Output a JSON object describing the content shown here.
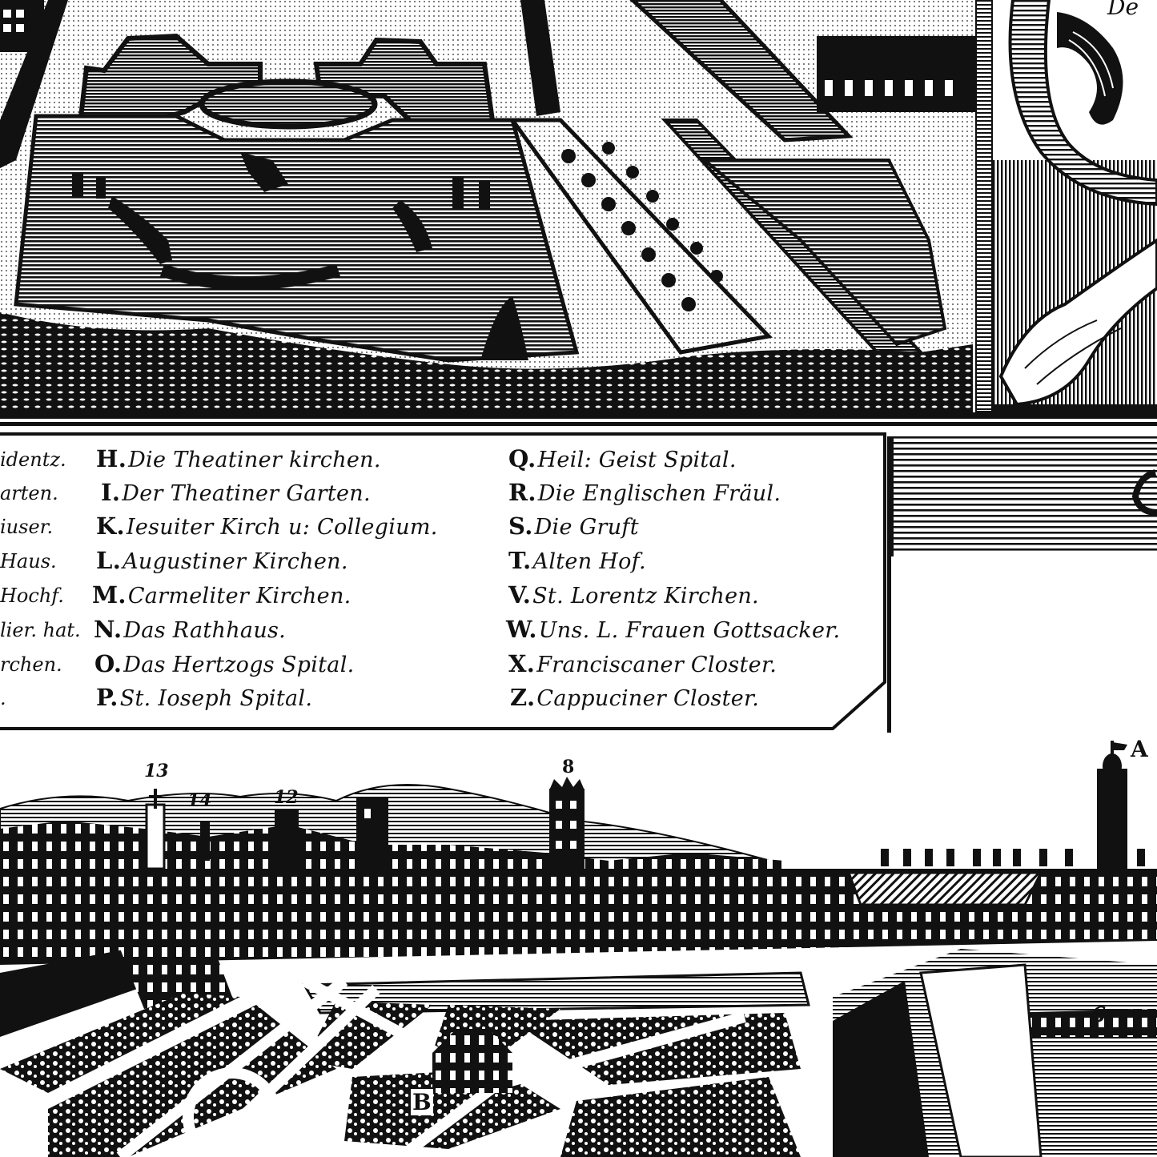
{
  "plate": {
    "title_fragment": "De",
    "colors": {
      "ink": "#111111",
      "paper": "#ffffff"
    }
  },
  "legend": {
    "left_fragments": [
      "identz.",
      "arten.",
      "iuser.",
      "Haus.",
      "Hochf.",
      "lier. hat.",
      "rchen.",
      "."
    ],
    "middle_column": [
      {
        "key": "H.",
        "text": "Die Theatiner kirchen."
      },
      {
        "key": "I.",
        "text": "Der Theatiner Garten."
      },
      {
        "key": "K.",
        "text": "Iesuiter Kirch u: Collegium."
      },
      {
        "key": "L.",
        "text": "Augustiner Kirchen."
      },
      {
        "key": "M.",
        "text": "Carmeliter Kirchen."
      },
      {
        "key": "N.",
        "text": "Das Rathhaus."
      },
      {
        "key": "O.",
        "text": "Das Hertzogs Spital."
      },
      {
        "key": "P.",
        "text": "St. Ioseph Spital."
      }
    ],
    "right_column": [
      {
        "key": "Q.",
        "text": "Heil: Geist Spital."
      },
      {
        "key": "R.",
        "text": "Die Englischen Fräul."
      },
      {
        "key": "S.",
        "text": "Die Gruft"
      },
      {
        "key": "T.",
        "text": "Alten Hof."
      },
      {
        "key": "V.",
        "text": "St. Lorentz Kirchen."
      },
      {
        "key": "W.",
        "text": "Uns. L. Frauen Gottsacker."
      },
      {
        "key": "X.",
        "text": "Franciscaner Closter."
      },
      {
        "key": "Z.",
        "text": "Cappuciner Closter."
      }
    ]
  },
  "city_view": {
    "markers": [
      {
        "label": "13"
      },
      {
        "label": "14"
      },
      {
        "label": "12"
      },
      {
        "label": "8"
      },
      {
        "label": "A"
      },
      {
        "label": "6"
      },
      {
        "label": "B"
      }
    ]
  }
}
